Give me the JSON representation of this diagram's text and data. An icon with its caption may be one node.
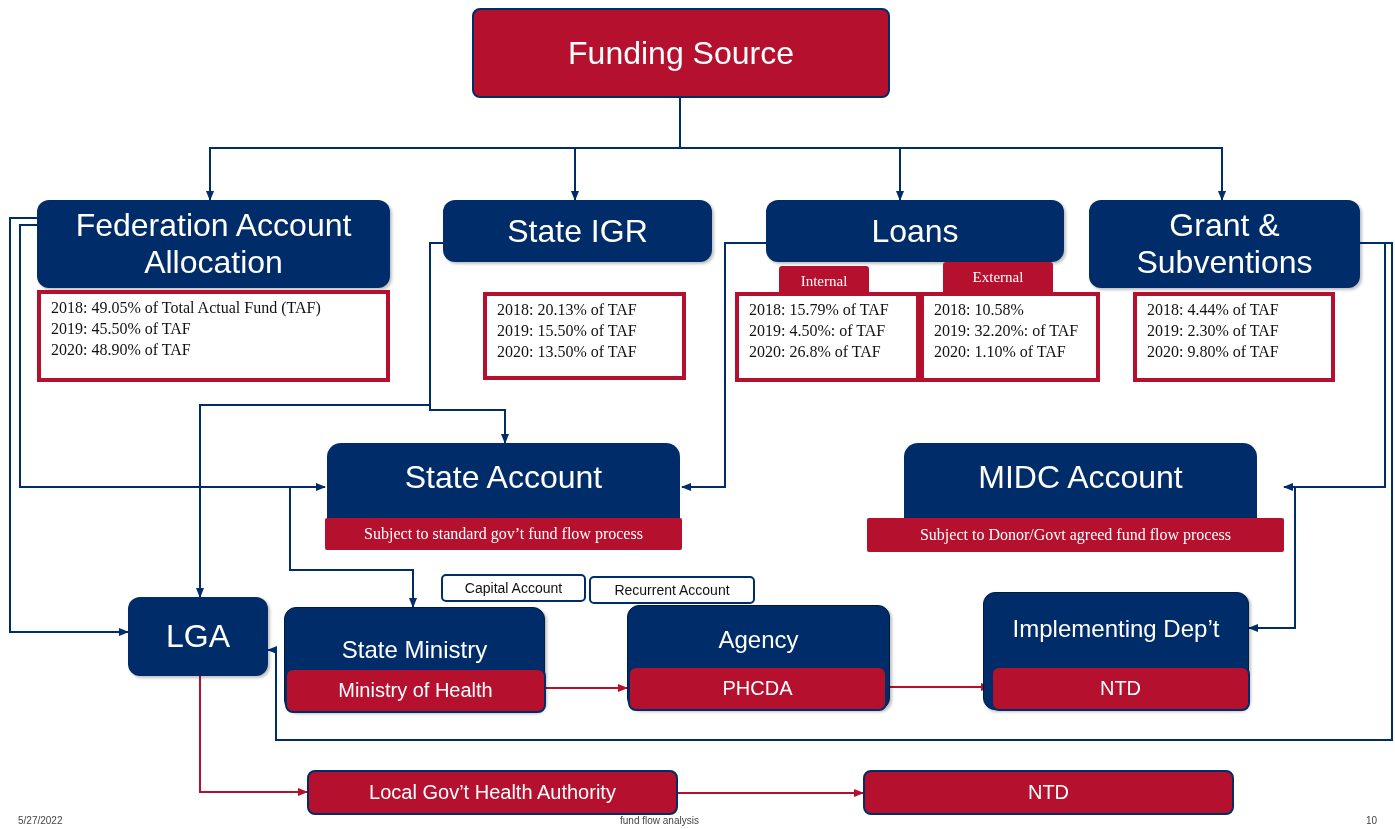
{
  "diagram": {
    "nodes": [
      {
        "text": [
          "Funding Source"
        ]
      },
      {
        "text": [
          "Federation Account Allocation"
        ]
      },
      {
        "text": [
          "2018: 49.05% of Total Actual Fund (TAF)",
          "2019: 45.50% of TAF",
          "2020: 48.90% of TAF"
        ]
      },
      {
        "text": [
          "State IGR"
        ]
      },
      {
        "text": [
          "2018: 20.13% of TAF",
          "2019: 15.50% of TAF",
          "2020: 13.50% of TAF"
        ]
      },
      {
        "text": [
          "Loans"
        ]
      },
      {
        "text": [
          "Internal",
          "2018: 15.79% of TAF",
          "2019: 4.50%: of TAF",
          "2020: 26.8% of TAF"
        ]
      },
      {
        "text": [
          "External",
          "2018: 10.58%",
          "2019: 32.20%: of TAF",
          "2020: 1.10% of TAF"
        ]
      },
      {
        "text": [
          "Grant & Subventions"
        ]
      },
      {
        "text": [
          "2018: 4.44% of TAF",
          "2019: 2.30% of TAF",
          "2020: 9.80% of TAF"
        ]
      },
      {
        "text": [
          "State Account",
          "Subject to standard gov’t fund flow process"
        ]
      },
      {
        "text": [
          "MIDC Account",
          "Subject to Donor/Govt agreed fund flow process"
        ]
      },
      {
        "text": [
          "Capital Account"
        ]
      },
      {
        "text": [
          "Recurrent Account"
        ]
      },
      {
        "text": [
          "LGA"
        ]
      },
      {
        "text": [
          "State Ministry"
        ]
      },
      {
        "text": [
          "Ministry of Health"
        ],
        "in": 15
      },
      {
        "text": [
          "Agency"
        ]
      },
      {
        "text": [
          "PHCDA"
        ],
        "in": 17
      },
      {
        "text": [
          "Implementing Dep’t"
        ]
      },
      {
        "text": [
          "NTD"
        ],
        "in": 19
      },
      {
        "text": [
          "Local Gov’t Health Authority"
        ]
      },
      {
        "text": [
          "NTD"
        ]
      }
    ],
    "edges": [
      {
        "from": 0,
        "to": 1,
        "arrow": "to"
      },
      {
        "from": 0,
        "to": 3,
        "arrow": "to"
      },
      {
        "from": 0,
        "to": 5,
        "arrow": "to"
      },
      {
        "from": 0,
        "to": 8,
        "arrow": "to"
      },
      {
        "from": 1,
        "to": 14,
        "arrow": "to"
      },
      {
        "from": 1,
        "to": 10,
        "arrow": "to"
      },
      {
        "from": 1,
        "to": 15,
        "arrow": "to"
      },
      {
        "from": 3,
        "to": 10,
        "arrow": "to"
      },
      {
        "from": 3,
        "to": 14,
        "arrow": "to"
      },
      {
        "from": 5,
        "to": 10,
        "arrow": "to"
      },
      {
        "from": 8,
        "to": 11,
        "arrow": "to"
      },
      {
        "from": 8,
        "to": 19,
        "arrow": "to"
      },
      {
        "from": 8,
        "to": 14,
        "arrow": "to"
      },
      {
        "from": 14,
        "to": 21,
        "arrow": "to",
        "color": "#b5102e"
      },
      {
        "from": 16,
        "to": 18,
        "arrow": "to",
        "color": "#b5102e"
      },
      {
        "from": 18,
        "to": 20,
        "arrow": "to",
        "color": "#b5102e"
      },
      {
        "from": 21,
        "to": 22,
        "arrow": "to",
        "color": "#b5102e"
      }
    ],
    "labels": [
      "5/27/2022",
      "fund flow analysis",
      "10"
    ]
  }
}
